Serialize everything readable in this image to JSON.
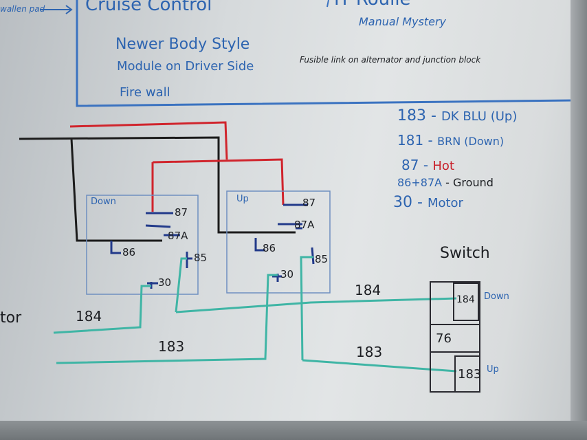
{
  "top_left_fragment": "wallen pad",
  "cruise_box": {
    "title": "Cruise Control",
    "lines": [
      "Newer Body Style",
      "Module on Driver Side",
      "Fire wall"
    ]
  },
  "top_right": {
    "heading_fragment": "IT Roulie",
    "subheading": "Manual Mystery"
  },
  "fusible_note": "Fusible link on alternator and junction block",
  "legend": [
    {
      "number": "183",
      "text": "DK BLU (Up)",
      "color": "#2d64b0"
    },
    {
      "number": "181",
      "text": "BRN (Down)",
      "color": "#2d64b0"
    },
    {
      "number": "87",
      "text": "Hot",
      "color": "#c8202a"
    },
    {
      "number": "86+87A",
      "text": "Ground",
      "color": "#1c1e22"
    },
    {
      "number": "30",
      "text": "Motor",
      "color": "#2d64b0"
    }
  ],
  "relays": [
    {
      "label": "Down",
      "pins": {
        "p87": "87",
        "p87a": "87A",
        "p86": "86",
        "p85": "85",
        "p30": "30"
      }
    },
    {
      "label": "Up",
      "pins": {
        "p87": "87",
        "p87a": "87A",
        "p86": "86",
        "p85": "85",
        "p30": "30"
      }
    }
  ],
  "wires": {
    "w184_left": "184",
    "w184_right": "184",
    "w183_left": "183",
    "w183_right": "183"
  },
  "motor_fragment": "tor",
  "switch": {
    "title": "Switch",
    "cells": [
      "184",
      "76",
      "183"
    ],
    "down_label": "Down",
    "up_label": "Up"
  },
  "colors": {
    "hot_wire": "#d0242c",
    "ground_wire": "#1b1b1b",
    "teal_wire": "#3fb5a5",
    "marker_blue": "#2d64b0",
    "board": "#dcdfe0"
  }
}
